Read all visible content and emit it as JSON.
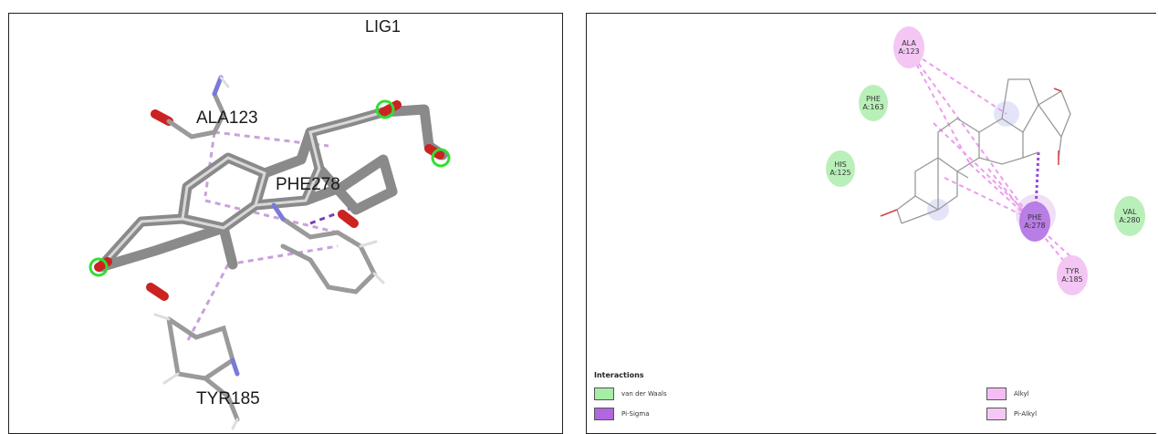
{
  "left_panel": {
    "ligand_label": "LIG1",
    "residue_labels": [
      "ALA123",
      "PHE278",
      "TYR185"
    ]
  },
  "right_panel": {
    "residues": [
      {
        "name": "ALA",
        "id": "A:123",
        "type": "Alkyl",
        "color": "#f4c6f4"
      },
      {
        "name": "PHE",
        "id": "A:163",
        "type": "van der Waals",
        "color": "#b9f0b9"
      },
      {
        "name": "HIS",
        "id": "A:125",
        "type": "van der Waals",
        "color": "#b9f0b9"
      },
      {
        "name": "PHE",
        "id": "A:278",
        "type": "Pi-Sigma",
        "color": "#b97de6"
      },
      {
        "name": "VAL",
        "id": "A:280",
        "type": "van der Waals",
        "color": "#b9f0b9"
      },
      {
        "name": "TYR",
        "id": "A:185",
        "type": "Alkyl",
        "color": "#f4c6f4"
      }
    ],
    "legend": {
      "title": "Interactions",
      "items": [
        {
          "label": "van der Waals",
          "color": "#a6eea6"
        },
        {
          "label": "Pi-Sigma",
          "color": "#b266e0"
        },
        {
          "label": "Alkyl",
          "color": "#f4bef4"
        },
        {
          "label": "Pi-Alkyl",
          "color": "#f4c8f4"
        }
      ]
    }
  }
}
